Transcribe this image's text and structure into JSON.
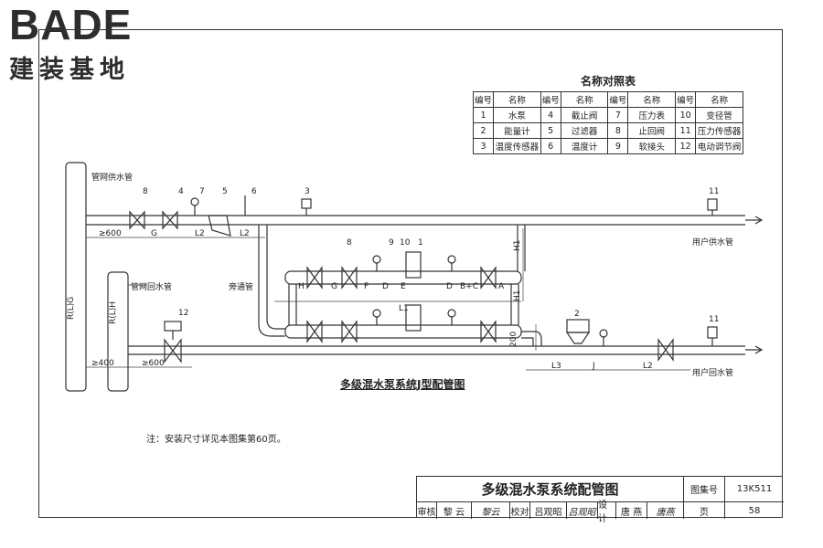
{
  "logo": {
    "word": "BADE",
    "cn": "建装基地"
  },
  "legend": {
    "title": "名称对照表",
    "headers": [
      "编号",
      "名称",
      "编号",
      "名称",
      "编号",
      "名称",
      "编号",
      "名称"
    ],
    "rows": [
      [
        "1",
        "水泵",
        "4",
        "截止阀",
        "7",
        "压力表",
        "10",
        "变径管"
      ],
      [
        "2",
        "能量计",
        "5",
        "过滤器",
        "8",
        "止回阀",
        "11",
        "压力传感器"
      ],
      [
        "3",
        "温度传感器",
        "6",
        "温度计",
        "9",
        "软接头",
        "12",
        "电动调节阀"
      ]
    ]
  },
  "labels": {
    "supply_main": "管网供水管",
    "return_main": "管网回水管",
    "bypass": "旁通管",
    "user_supply": "用户供水管",
    "user_return": "用户回水管",
    "rlg": "R(L)G",
    "rlh": "R(L)H",
    "dim_600_a": "≥600",
    "dim_600_b": "≥600",
    "dim_400": "≥400",
    "dim_200": "200",
    "G": "G",
    "L2a": "L2",
    "L2b": "L2",
    "L2c": "L2",
    "L1": "L1",
    "L3": "L3",
    "J": "J",
    "H1a": "H1",
    "H1b": "H1",
    "H": "H",
    "G2": "G",
    "F": "F",
    "D1": "D",
    "E": "E",
    "D2": "D",
    "BC": "B+C",
    "A": "A",
    "n1": "1",
    "n2": "2",
    "n3": "3",
    "n4": "4",
    "n5": "5",
    "n6": "6",
    "n7": "7",
    "n8a": "8",
    "n8b": "8",
    "n9": "9",
    "n10": "10",
    "n11a": "11",
    "n11b": "11",
    "n12": "12"
  },
  "diagram_title": "多级混水泵系统J型配管图",
  "note": "注：安装尺寸详见本图集第60页。",
  "title_block": {
    "main": "多级混水泵系统配管图",
    "atlas_label": "图集号",
    "atlas_no": "13K511",
    "review_label": "审核",
    "review_name": "黎 云",
    "review_sign": "黎云",
    "check_label": "校对",
    "check_name": "吕观昭",
    "check_sign": "吕观昭",
    "design_label": "设计",
    "design_name": "唐 燕",
    "design_sign": "唐燕",
    "page_label": "页",
    "page_no": "58"
  }
}
